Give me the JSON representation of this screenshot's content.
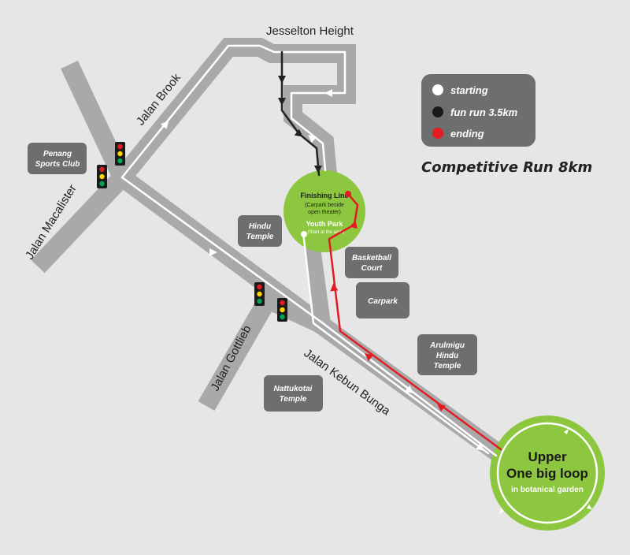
{
  "title": "Competitive Run 8km",
  "legend": [
    {
      "label": "starting",
      "color": "#ffffff"
    },
    {
      "label": "fun run 3.5km",
      "color": "#1a1a1a"
    },
    {
      "label": "ending",
      "color": "#e31b23"
    }
  ],
  "roads": {
    "jesselton": "Jesselton Height",
    "brook": "Jalan Brook",
    "macalister": "Jalan Macalister",
    "gottlieb": "Jalan Gottlieb",
    "kebun_bunga": "Jalan Kebun Bunga"
  },
  "landmarks": {
    "penang_sports": [
      "Penang",
      "Sports Club"
    ],
    "hindu_temple": [
      "Hindu",
      "Temple"
    ],
    "basketball": [
      "Basketball",
      "Court"
    ],
    "carpark": [
      "Carpark"
    ],
    "arulmigu": [
      "Arulmigu",
      "Hindu",
      "Temple"
    ],
    "nattukotai": [
      "Nattukotai",
      "Temple"
    ]
  },
  "youth_park": {
    "finishing_line": "Finishing Line",
    "note": [
      "(Carpark beside",
      "open theater)"
    ],
    "name": "Youth Park",
    "start_note": "(Start at the arch)"
  },
  "botanical": {
    "line1": "Upper",
    "line2": "One big loop",
    "line3": "in botanical garden"
  },
  "colors": {
    "background": "#e6e6e7",
    "road": "#a9a9aa",
    "landmark_box": "#6d6e70",
    "circle_green": "#8dc63f",
    "route_white": "#ffffff",
    "route_black": "#1a1a1a",
    "route_red": "#e31b23"
  }
}
